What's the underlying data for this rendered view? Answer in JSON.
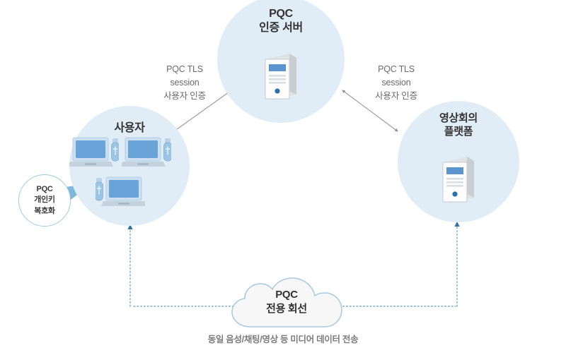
{
  "diagram": {
    "title_visible": false,
    "nodes": [
      {
        "id": "auth-server",
        "label": "PQC\n인증 서버",
        "icon": "server-tower-icon"
      },
      {
        "id": "user",
        "label": "사용자",
        "icon": "laptop-icon"
      },
      {
        "id": "platform",
        "label": "영상회의\n플랫폼",
        "icon": "server-tower-icon"
      }
    ],
    "edges": [
      {
        "id": "user-to-auth",
        "label": "PQC TLS\nsession\n사용자 인증",
        "style": "solid-double-arrow",
        "color": "#9a9a9a"
      },
      {
        "id": "platform-to-auth",
        "label": "PQC TLS\nsession\n사용자 인증",
        "style": "solid-double-arrow",
        "color": "#9a9a9a"
      }
    ],
    "callout": {
      "id": "private-key-decrypt",
      "label": "PQC\n개인키\n복호화",
      "target": "usb-key-icon"
    },
    "cloud": {
      "id": "dedicated-line",
      "label": "PQC\n전용 회선",
      "fill": "#f7f7f7",
      "stroke": "#a8c9de"
    },
    "caption": "동일 음성/채팅/영상 등 미디어 데이터 전송",
    "devices": [
      {
        "id": "device-a",
        "icon": "laptop-with-usb-key-icon"
      },
      {
        "id": "device-b",
        "icon": "laptop-with-usb-key-icon"
      },
      {
        "id": "device-c",
        "icon": "laptop-with-usb-key-icon"
      }
    ],
    "colors": {
      "circle_fill": "#e0edf6",
      "title_text": "#333333",
      "edge_label_text": "#6b6b6b",
      "caption_text": "#7b7b7b",
      "dotted_line": "#8bb8d6",
      "solid_arrow": "#9a9a9a",
      "laptop_screen": "#69a4d8",
      "usb_key": "#9cc4e4",
      "server_display": "#5c95cd",
      "callout_border": "#9ecbe6",
      "page_background": "#ffffff"
    }
  }
}
